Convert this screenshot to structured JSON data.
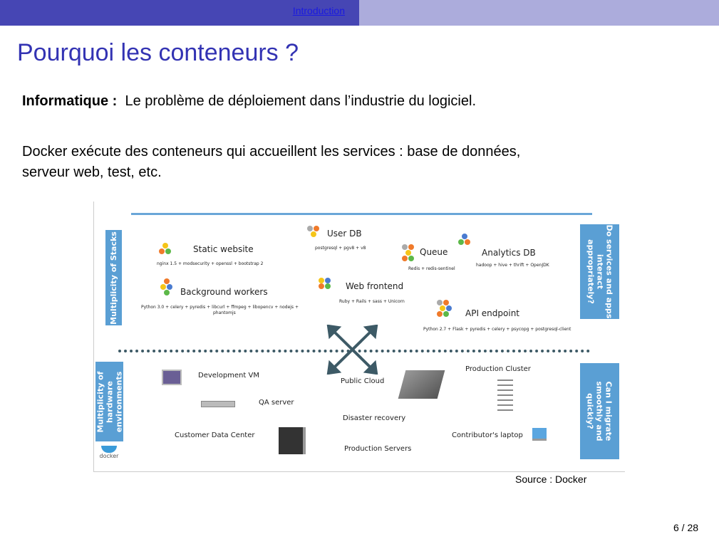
{
  "header": {
    "section": "Introduction"
  },
  "slide": {
    "title": "Pourquoi les conteneurs ?",
    "line1_bold": "Informatique :",
    "line1_text": "Le problème de déploiement dans l’industrie du logiciel.",
    "line2": "Docker exécute des conteneurs qui accueillent les services : base de données,",
    "line3": "serveur web, test, etc.",
    "source": "Source : Docker",
    "page": "6 / 28"
  },
  "diagram": {
    "left_top": "Multiplicity of Stacks",
    "left_bottom": [
      "Multiplicity of",
      "hardware",
      "environments"
    ],
    "right_top": [
      "Do services and apps",
      "interact",
      "appropriately?"
    ],
    "right_bottom": [
      "Can I migrate",
      "smoothly and",
      "quickly?"
    ],
    "stacks": [
      {
        "name": "Static website",
        "stack": "nginx 1.5 + modsecurity + openssl + bootstrap 2"
      },
      {
        "name": "User DB",
        "stack": "postgresql + pgv8 + v8"
      },
      {
        "name": "Queue",
        "stack": "Redis + redis-sentinel"
      },
      {
        "name": "Analytics DB",
        "stack": "hadoop + hive + thrift + OpenJDK"
      },
      {
        "name": "Background workers",
        "stack": "Python 3.0 + celery + pyredis + libcurl + ffmpeg + libopencv + nodejs +",
        "stack2": "phantomjs"
      },
      {
        "name": "Web frontend",
        "stack": "Ruby + Rails + sass + Unicorn"
      },
      {
        "name": "API endpoint",
        "stack": "Python 2.7 + Flask + pyredis + celery + psycopg + postgresql-client"
      }
    ],
    "envs": {
      "dev": "Development VM",
      "qa": "QA server",
      "customer": "Customer Data Center",
      "cloud": "Public Cloud",
      "dr": "Disaster recovery",
      "prodservers": "Production Servers",
      "cluster": "Production Cluster",
      "laptop": "Contributor's laptop"
    },
    "logo": "docker"
  }
}
